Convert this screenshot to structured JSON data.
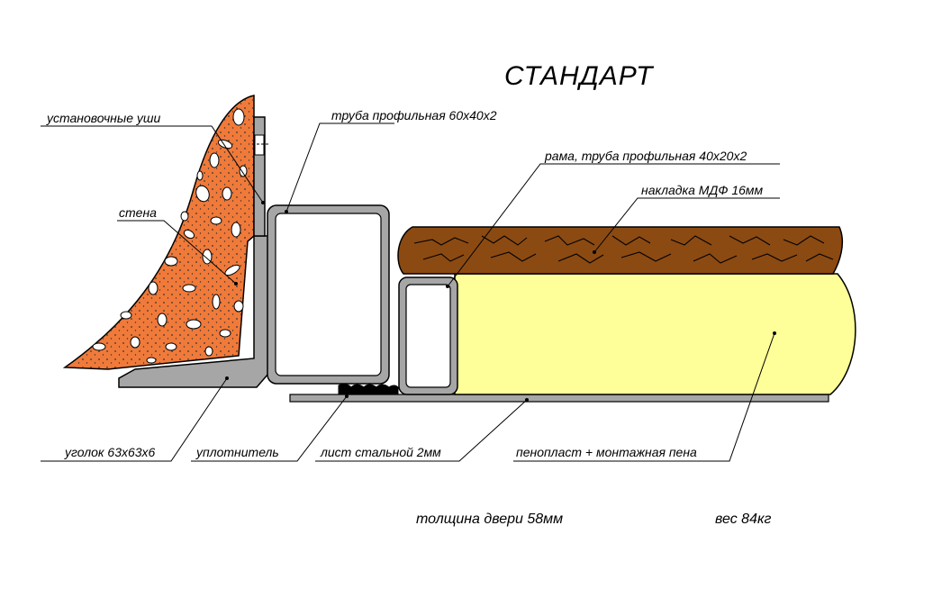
{
  "title": "СТАНДАРТ",
  "labels": {
    "mounting_ears": "установочные уши",
    "wall": "стена",
    "profile_tube": "труба профильная 60х40х2",
    "frame_tube": "рама, труба профильная 40х20х2",
    "mdf_overlay": "накладка МДФ 16мм",
    "angle": "уголок 63х63х6",
    "seal": "уплотнитель",
    "steel_sheet": "лист стальной 2мм",
    "foam": "пенопласт + монтажная пена"
  },
  "footer": {
    "thickness": "толщина двери 58мм",
    "weight": "вес 84кг"
  },
  "colors": {
    "wall": "#f07a3a",
    "foam": "#ffff99",
    "mdf": "#8b4a12",
    "steel": "#a6a6a6",
    "seal": "#000000"
  }
}
